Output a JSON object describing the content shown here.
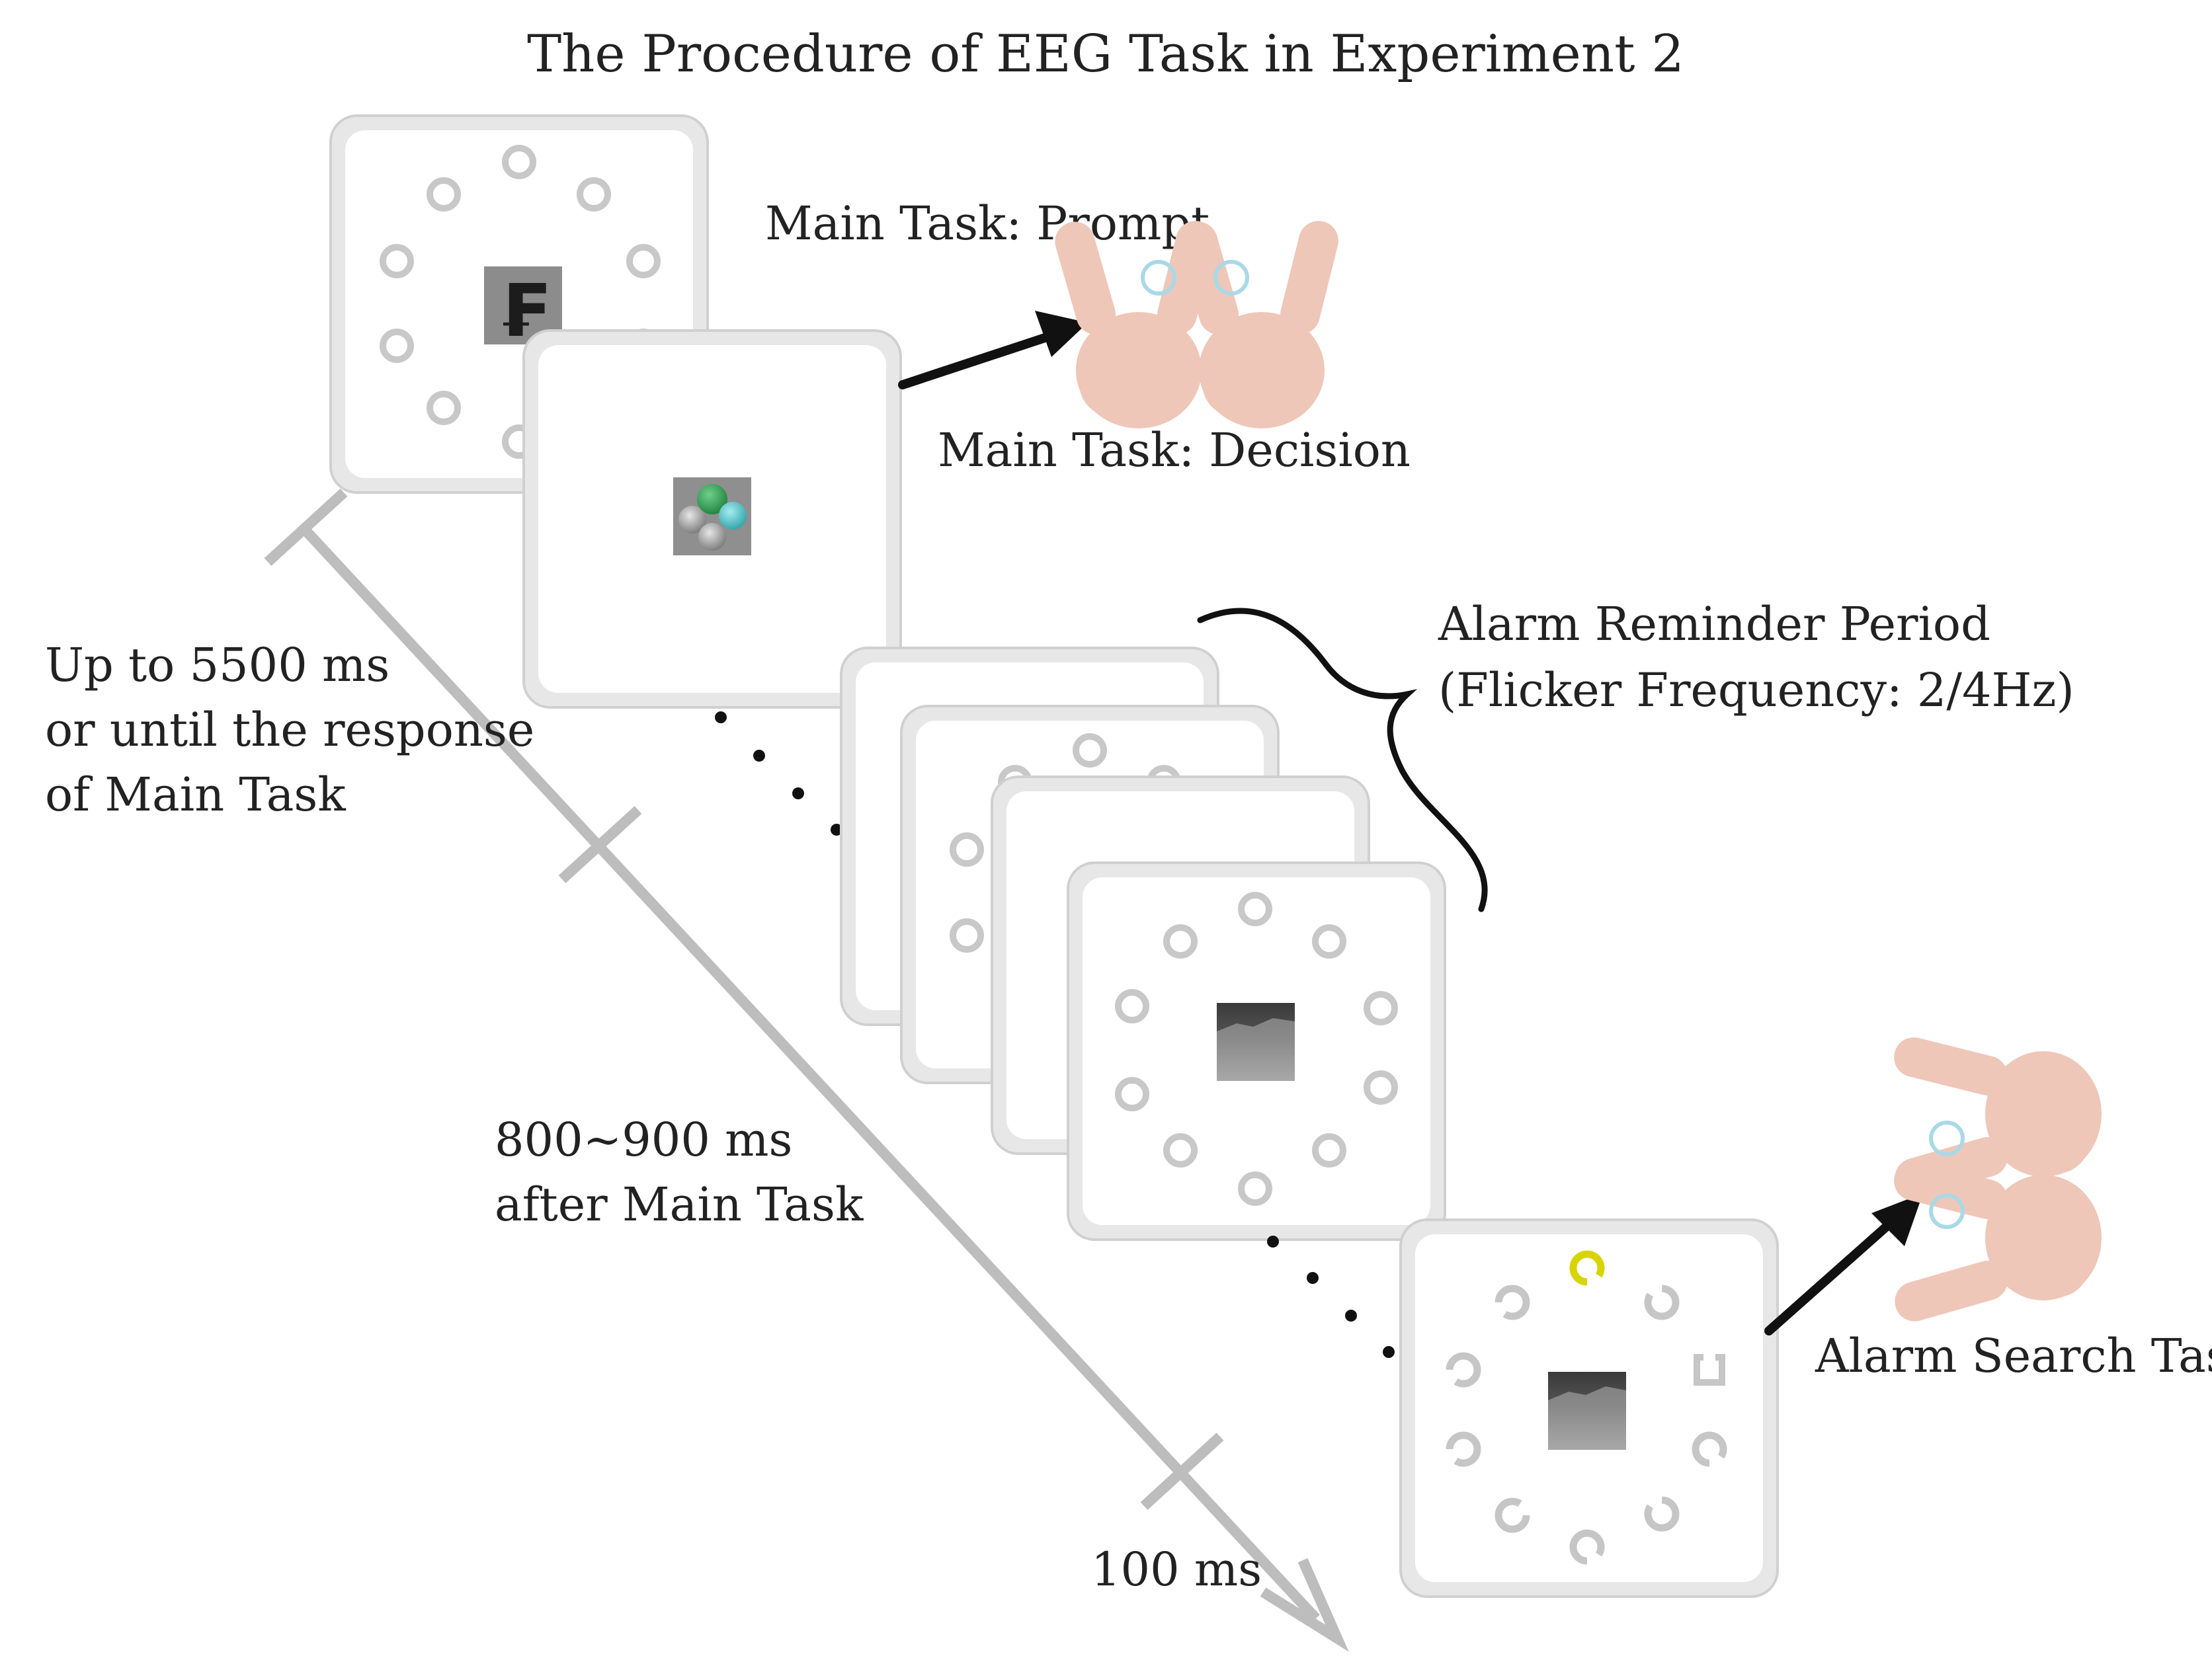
{
  "title": "The Procedure of EEG Task in Experiment 2",
  "labels": {
    "prompt": "Main Task: Prompt",
    "decision": "Main Task: Decision",
    "alarm_period_line1": "Alarm Reminder Period",
    "alarm_period_line2": "(Flicker Frequency: 2/4Hz)",
    "alarm_search": "Alarm Search Task"
  },
  "timings": {
    "first_line1": "Up to 5500 ms",
    "first_line2": "or until the response",
    "first_line3": "of Main Task",
    "second_line1": "800~900 ms",
    "second_line2": "after Main Task",
    "third": "100 ms"
  },
  "colors": {
    "axis": "#bdbdbd",
    "ring": "#c8c8c8",
    "target_ring": "#d8d400",
    "response_ring": "#a9d9e6",
    "hand": "#eec7b8",
    "stimulus_gray": "#8c8c8c",
    "stimulus_green": "#2e9e4f",
    "stimulus_cyan": "#4fc3c7"
  },
  "stimulus": {
    "prompt_glyph": "₣"
  }
}
